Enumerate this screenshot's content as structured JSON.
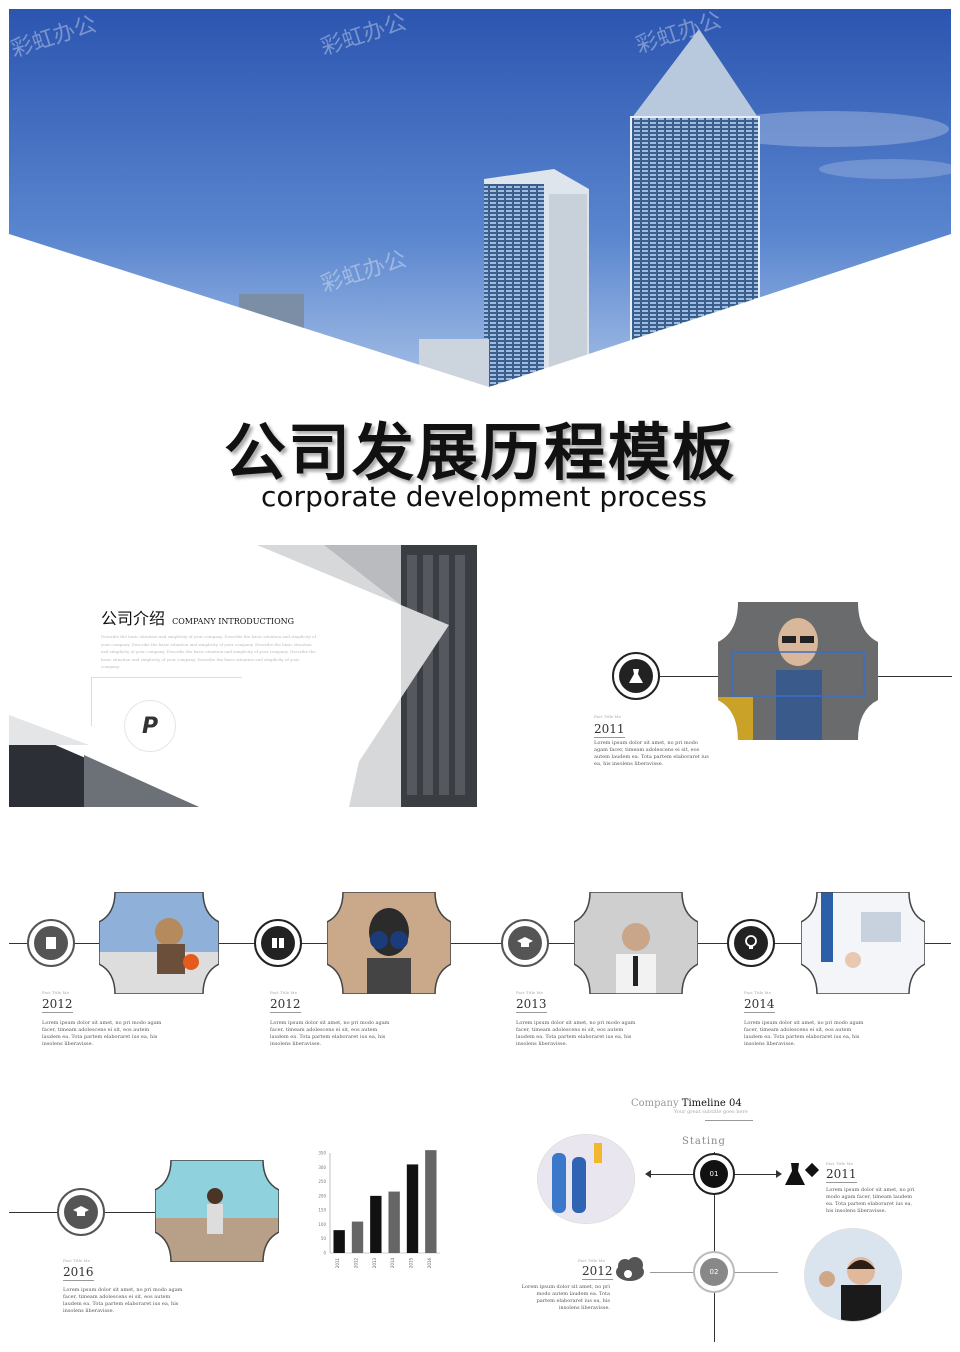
{
  "hero": {
    "title_cn": "公司发展历程模板",
    "title_en": "corporate development process",
    "watermark": "彩虹办公"
  },
  "intro": {
    "title_cn": "公司介绍",
    "title_en": "COMPANY INTRODUCTIONG",
    "body": "Describe the basic situation and simplicity of your company. Describe the basic situation and simplicity of your company. Describe the basic situation and simplicity of your company. Describe the basic situation and simplicity of your company. Describe the basic situation and simplicity of your company. Describe the basic situation and simplicity of your company. Describe the basic situation and simplicity of your company."
  },
  "timeline_2011": {
    "tag": "Fact Title Me",
    "year": "2011",
    "body": "Lorem ipsum dolor sit amet, no pri modo agam facer, timeam adolescens ei sit, eos autem laudem ea. Tota partem elaboraret ius ea, his insolens liberavisse."
  },
  "row": [
    {
      "tag": "Fact Title Me",
      "year": "2012",
      "body": "Lorem ipsum dolor sit amet, no pri modo agam facer, timeam adolescens ei sit, eos autem laudem ea. Tota partem elaboraret ius ea, his insolens liberavisse."
    },
    {
      "tag": "Fact Title Me",
      "year": "2012",
      "body": "Lorem ipsum dolor sit amet, no pri modo agam facer, timeam adolescens ei sit, eos autem laudem ea. Tota partem elaboraret ius ea, his insolens liberavisse."
    },
    {
      "tag": "Fact Title Me",
      "year": "2013",
      "body": "Lorem ipsum dolor sit amet, no pri modo agam facer, timeam adolescens ei sit, eos autem laudem ea. Tota partem elaboraret ius ea, his insolens liberavisse."
    },
    {
      "tag": "Fact Title Me",
      "year": "2014",
      "body": "Lorem ipsum dolor sit amet, no pri modo agam facer, timeam adolescens ei sit, eos autem laudem ea. Tota partem elaboraret ius ea, his insolens liberavisse."
    }
  ],
  "timeline_2016": {
    "tag": "Fact Title Me",
    "year": "2016",
    "body": "Lorem ipsum dolor sit amet, no pri modo agam facer, timeam adolescens ei sit, eos autem laudem ea. Tota partem elaboraret ius ea, his insolens liberavisse."
  },
  "chart_data": {
    "type": "bar",
    "categories": [
      "2011",
      "2012",
      "2013",
      "2014",
      "2015",
      "2016"
    ],
    "values": [
      80,
      110,
      200,
      215,
      310,
      360
    ],
    "y_ticks": [
      "0",
      "50",
      "100",
      "150",
      "200",
      "250",
      "300",
      "350"
    ],
    "ylim": [
      0,
      350
    ],
    "colors": [
      "#111111",
      "#666666",
      "#111111",
      "#666666",
      "#111111",
      "#666666"
    ]
  },
  "timeline04": {
    "title_a": "Company",
    "title_b": "Timeline 04",
    "subtitle": "Your great subtitle goes here",
    "stating": "Stating",
    "node1": "01",
    "node2": "02",
    "right_tag": "Fact Title Me",
    "right_year": "2011",
    "right_body": "Lorem ipsum dolor sit amet, no pri modo agam facer, timeam laudem ea. Tota partem elaboraret ius ea, his insolens liberavisse.",
    "left_tag": "Fact Title Me",
    "left_year": "2012",
    "left_body": "Lorem ipsum dolor sit amet, no pri modo autem laudem ea. Tota partem elaboraret ius ea, his insolens liberavisse."
  }
}
